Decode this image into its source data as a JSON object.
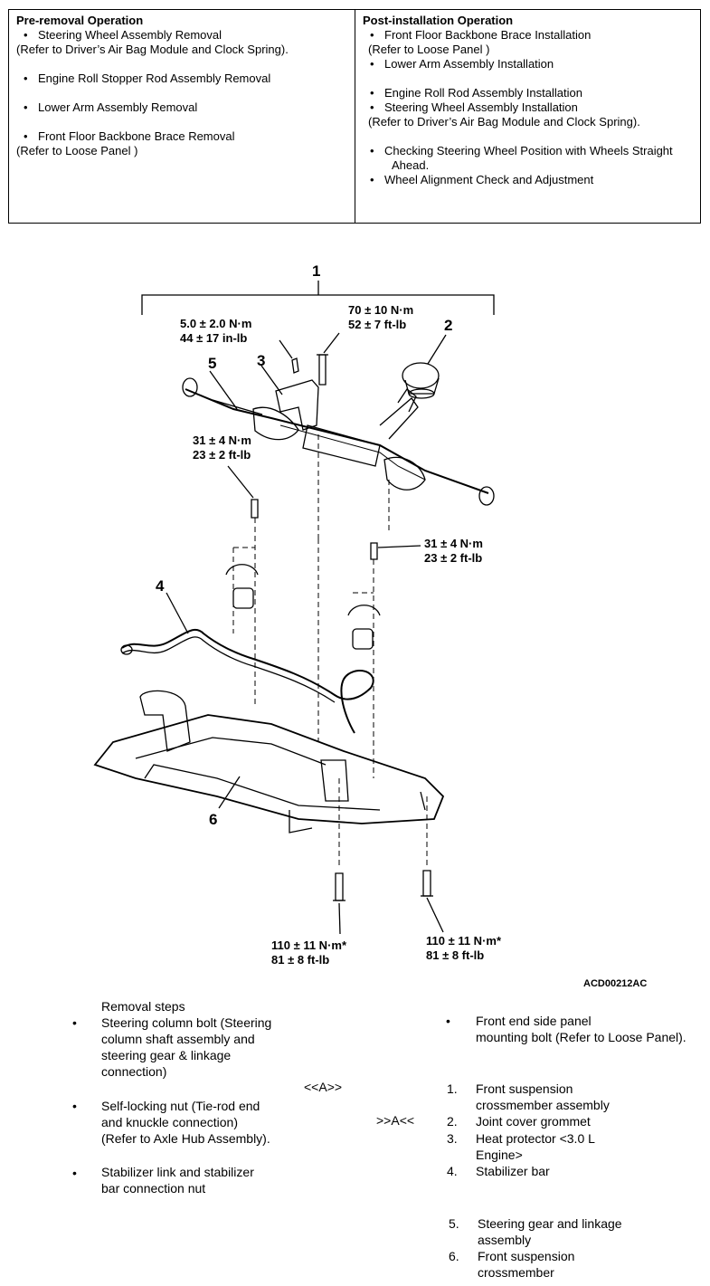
{
  "pre_removal": {
    "title": "Pre-removal Operation",
    "lines": [
      "Steering Wheel Assembly Removal",
      "(Refer to Driver’s Air Bag Module and Clock Spring).",
      "Engine Roll Stopper Rod Assembly Removal",
      "Lower Arm Assembly Removal",
      "Front Floor Backbone Brace Removal",
      "(Refer to Loose Panel )"
    ]
  },
  "post_installation": {
    "title": "Post-installation Operation",
    "lines": [
      "Front Floor Backbone Brace Installation",
      "(Refer to Loose Panel )",
      "Lower Arm Assembly Installation",
      "Engine Roll Rod Assembly Installation",
      "Steering Wheel Assembly Installation",
      "(Refer to Driver’s Air Bag Module and Clock Spring).",
      "Checking Steering Wheel Position with Wheels Straight",
      "Ahead.",
      "Wheel Alignment Check and Adjustment"
    ]
  },
  "diagram": {
    "callouts": [
      "1",
      "2",
      "3",
      "4",
      "5",
      "6"
    ],
    "torques": {
      "t1": [
        "5.0 ± 2.0 N·m",
        "44 ± 17 in-lb"
      ],
      "t2": [
        "70 ± 10 N·m",
        "52 ± 7 ft-lb"
      ],
      "t3": [
        "31 ± 4 N·m",
        "23 ± 2 ft-lb"
      ],
      "t4": [
        "31 ± 4 N·m",
        "23 ± 2 ft-lb"
      ],
      "t5": [
        "110 ± 11 N·m*",
        "81 ± 8 ft-lb"
      ],
      "t6": [
        "110 ± 11 N·m*",
        "81 ± 8 ft-lb"
      ]
    },
    "code": "ACD00212AC"
  },
  "removal": {
    "title": "Removal steps",
    "left_items": [
      [
        "Steering column bolt (Steering",
        "column shaft assembly and",
        "steering gear & linkage",
        "connection)"
      ],
      [
        "Self-locking nut (Tie-rod end",
        "and knuckle connection)",
        "(Refer to Axle Hub Assembly)."
      ],
      [
        "Stabilizer link and stabilizer",
        "bar connection nut"
      ]
    ],
    "mark_a": "<<A>>",
    "mark_b": ">>A<<",
    "right_bullet": [
      "Front end side panel",
      "mounting bolt (Refer to Loose Panel)."
    ],
    "numbered": [
      {
        "n": "1.",
        "lines": [
          "Front suspension",
          "crossmember assembly"
        ]
      },
      {
        "n": "2.",
        "lines": [
          "Joint cover grommet"
        ]
      },
      {
        "n": "3.",
        "lines": [
          "Heat protector <3.0 L",
          "Engine>"
        ]
      },
      {
        "n": "4.",
        "lines": [
          "Stabilizer bar"
        ]
      },
      {
        "n": "5.",
        "lines": [
          "Steering gear and linkage",
          "assembly"
        ]
      },
      {
        "n": "6.",
        "lines": [
          "Front suspension",
          "crossmember"
        ]
      }
    ]
  }
}
